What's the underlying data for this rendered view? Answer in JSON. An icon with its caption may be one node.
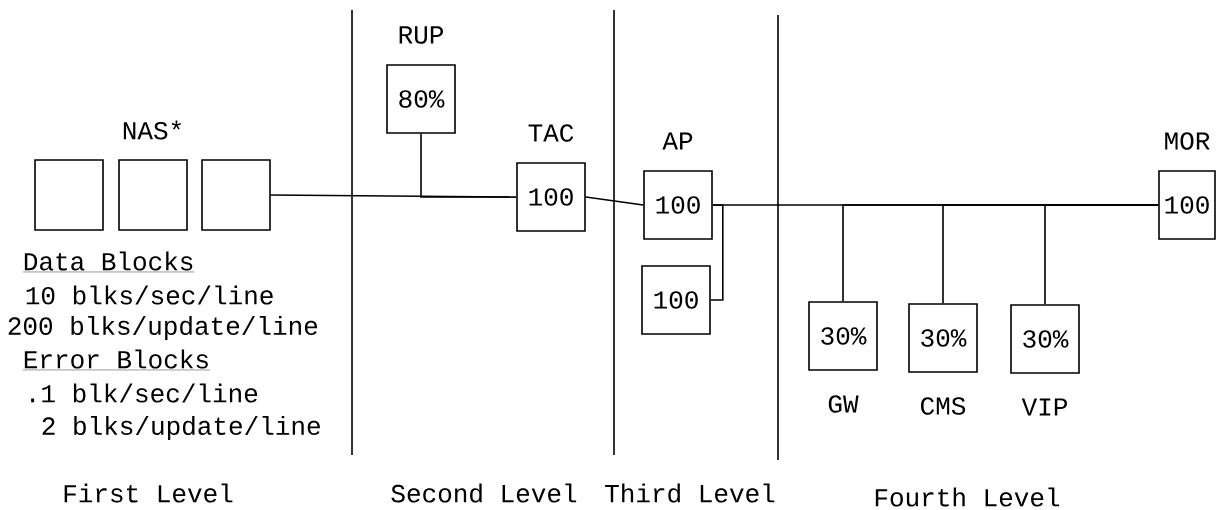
{
  "diagram": {
    "nodes": [
      {
        "text": [],
        "shape": "box"
      },
      {
        "text": [],
        "shape": "box"
      },
      {
        "text": [],
        "shape": "box"
      },
      {
        "text": [
          "RUP",
          "80%"
        ]
      },
      {
        "text": [
          "TAC",
          "100"
        ]
      },
      {
        "text": [
          "AP",
          "100"
        ]
      },
      {
        "text": [
          "100"
        ]
      },
      {
        "text": [
          "30%",
          "GW"
        ]
      },
      {
        "text": [
          "30%",
          "CMS"
        ]
      },
      {
        "text": [
          "30%",
          "VIP"
        ]
      },
      {
        "text": [
          "MOR",
          "100"
        ]
      }
    ],
    "edges": [
      {
        "from": 2,
        "to": 4,
        "arrow": "none"
      },
      {
        "from": 3,
        "to": 4,
        "arrow": "none"
      },
      {
        "from": 4,
        "to": 5,
        "arrow": "none"
      },
      {
        "from": 6,
        "to": 5,
        "arrow": "none"
      },
      {
        "from": 5,
        "to": 10,
        "arrow": "none"
      },
      {
        "from": 7,
        "to": 10,
        "arrow": "none"
      },
      {
        "from": 8,
        "to": 10,
        "arrow": "none"
      },
      {
        "from": 9,
        "to": 10,
        "arrow": "none"
      }
    ],
    "labels": [
      "NAS*",
      "Data Blocks",
      "10 blks/sec/line",
      "200 blks/update/line",
      "Error Blocks",
      ".1 blk/sec/line",
      "2 blks/update/line",
      "First Level",
      "Second Level",
      "Third Level",
      "Fourth Level"
    ]
  }
}
